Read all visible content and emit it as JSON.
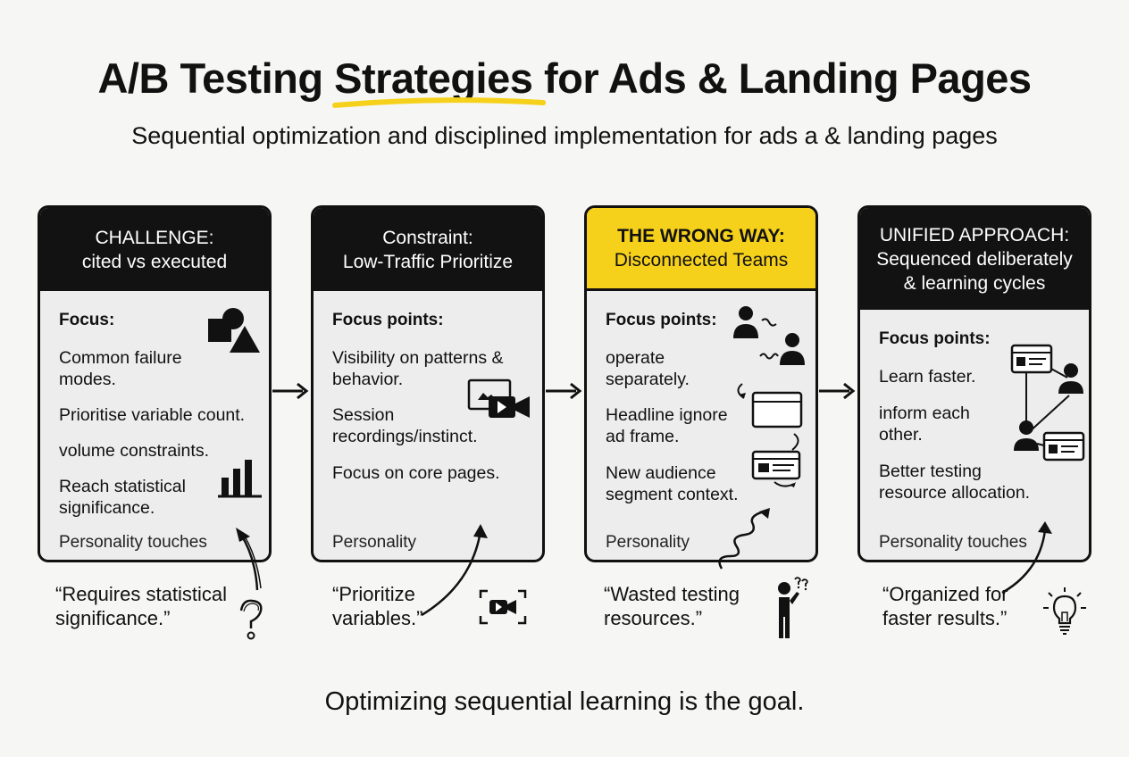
{
  "title_pre": "A/B Testing ",
  "title_highlight": "Strategies",
  "title_post": " for Ads & Landing Pages",
  "subtitle": "Sequential optimization and disciplined implementation for ads a & landing pages",
  "accent_color": "#f6d11c",
  "cards": [
    {
      "head_line1": "CHALLENGE:",
      "head_line2": "cited vs executed",
      "focus": "Focus:",
      "items": [
        "Common failure modes.",
        "Prioritise variable count.",
        "volume constraints.",
        "Reach statistical significance."
      ],
      "personality": "Personality touches",
      "quote": "“Requires statistical significance.”",
      "icons": [
        "shapes-icon",
        "bar-chart-icon",
        "curved-arrow-icon",
        "question-mark-icon"
      ]
    },
    {
      "head_line1": "Constraint:",
      "head_line2": "Low-Traffic Prioritize",
      "focus": "Focus points:",
      "items": [
        "Visibility on patterns & behavior.",
        "Session recordings/instinct.",
        "Focus on core pages."
      ],
      "personality": "Personality",
      "quote": "“Prioritize variables.”",
      "icons": [
        "video-camera-icon",
        "curved-arrow-icon",
        "camera-frame-icon"
      ]
    },
    {
      "head_line1": "THE WRONG WAY:",
      "head_line2": "Disconnected Teams",
      "focus": "Focus points:",
      "items": [
        "operate separately.",
        "Headline ignore ad frame.",
        "New audience segment context."
      ],
      "personality": "Personality",
      "quote": "“Wasted testing resources.”",
      "icons": [
        "people-icon",
        "browser-window-icon",
        "confused-person-icon"
      ]
    },
    {
      "head_line1": "UNIFIED APPROACH:",
      "head_line2": "Sequenced deliberately & learning cycles",
      "focus": "Focus points:",
      "items": [
        "Learn faster.",
        "inform each other.",
        "Better testing resource allocation."
      ],
      "personality": "Personality touches",
      "quote": "“Organized for faster results.”",
      "icons": [
        "network-icon",
        "lightbulb-icon"
      ]
    }
  ],
  "footer": "Optimizing sequential learning is the goal."
}
